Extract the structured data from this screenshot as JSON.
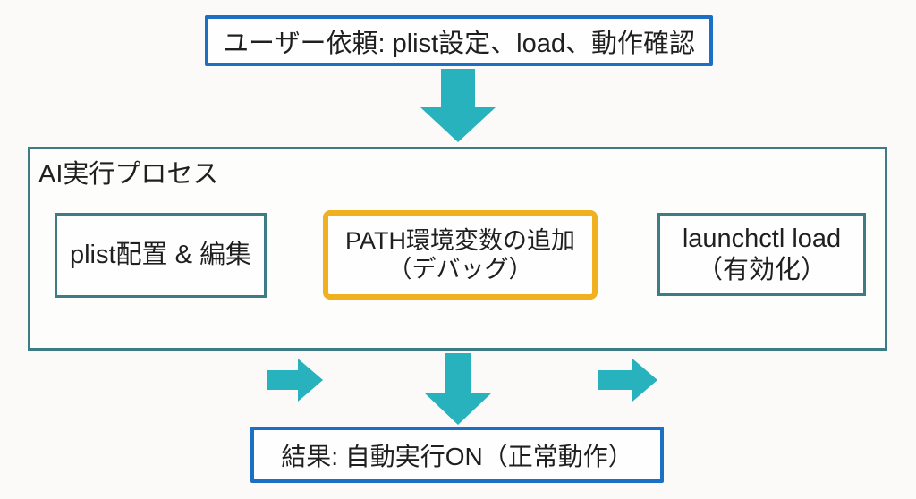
{
  "colors": {
    "background": "#fbfaf8",
    "box_background": "#fefefe",
    "blue_border": "#1b6fc4",
    "teal_border": "#3e7c85",
    "yellow_border": "#f0b01f",
    "arrow": "#27b2bd",
    "text": "#1f1f1f"
  },
  "flow": {
    "user_request_label": "ユーザー依頼: plist設定、load、動作確認",
    "process_title": "AI実行プロセス",
    "steps": [
      {
        "label": "plist配置 & 編集"
      },
      {
        "line1": "PATH環境変数の追加",
        "line2": "（デバッグ）"
      },
      {
        "line1": "launchctl load",
        "line2": "（有効化）"
      }
    ],
    "result_label": "結果: 自動実行ON（正常動作）"
  }
}
